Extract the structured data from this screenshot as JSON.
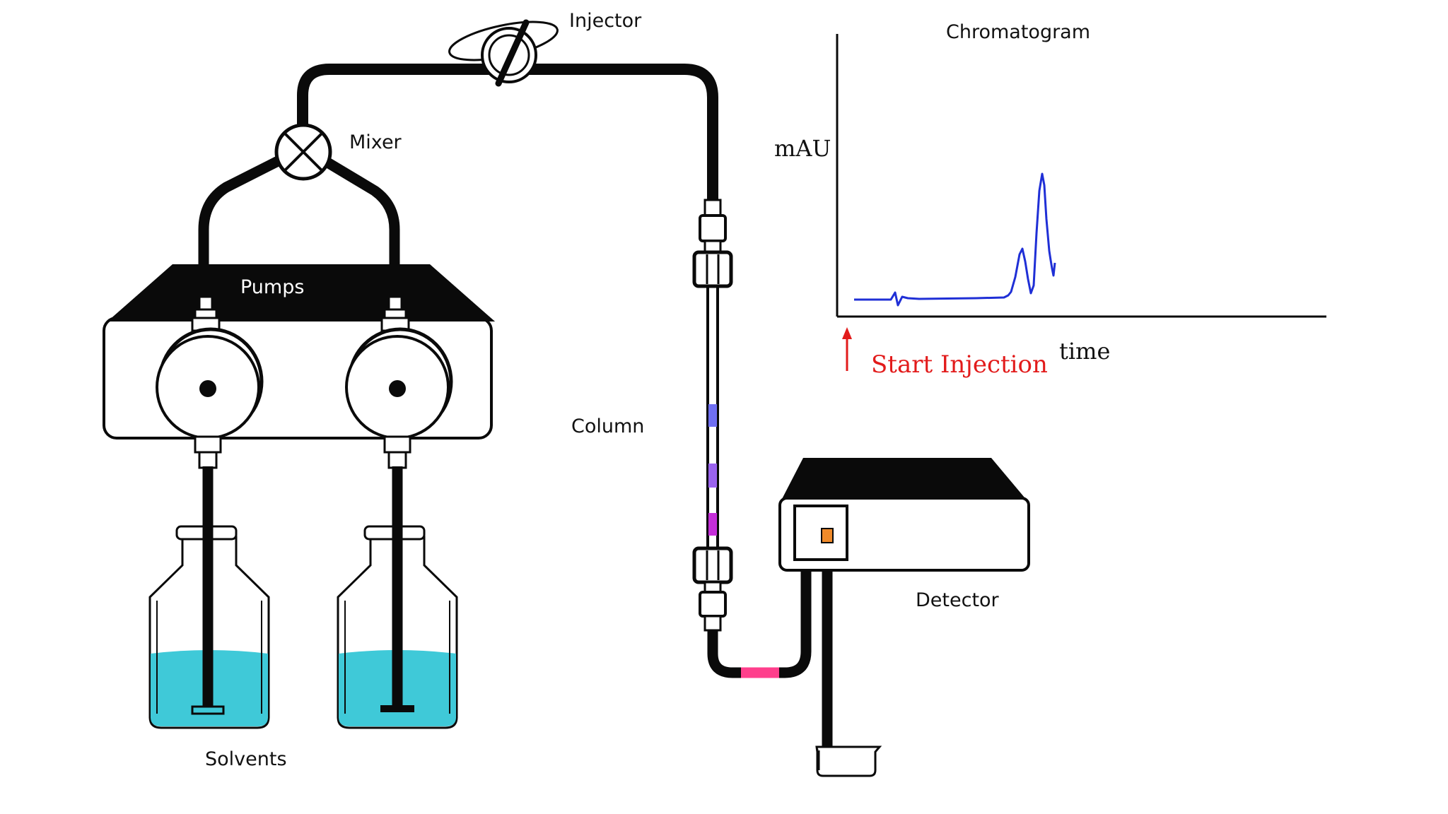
{
  "labels": {
    "injector": "Injector",
    "mixer": "Mixer",
    "pumps": "Pumps",
    "solvents": "Solvents",
    "column": "Column",
    "detector": "Detector",
    "chromatogram": "Chromatogram",
    "y_axis": "mAU",
    "x_axis": "time",
    "start_injection": "Start Injection"
  },
  "colors": {
    "tubing": "#0a0a0a",
    "solvent": "#3fc9d8",
    "chromatogram_line": "#1f2fd6",
    "start_injection": "#e21b1b",
    "band_1": "#6f6ff2",
    "band_2": "#9a63ee",
    "band_3": "#c42ed8",
    "band_4": "#ff3f8c",
    "detector_tip": "#f08a2a"
  }
}
